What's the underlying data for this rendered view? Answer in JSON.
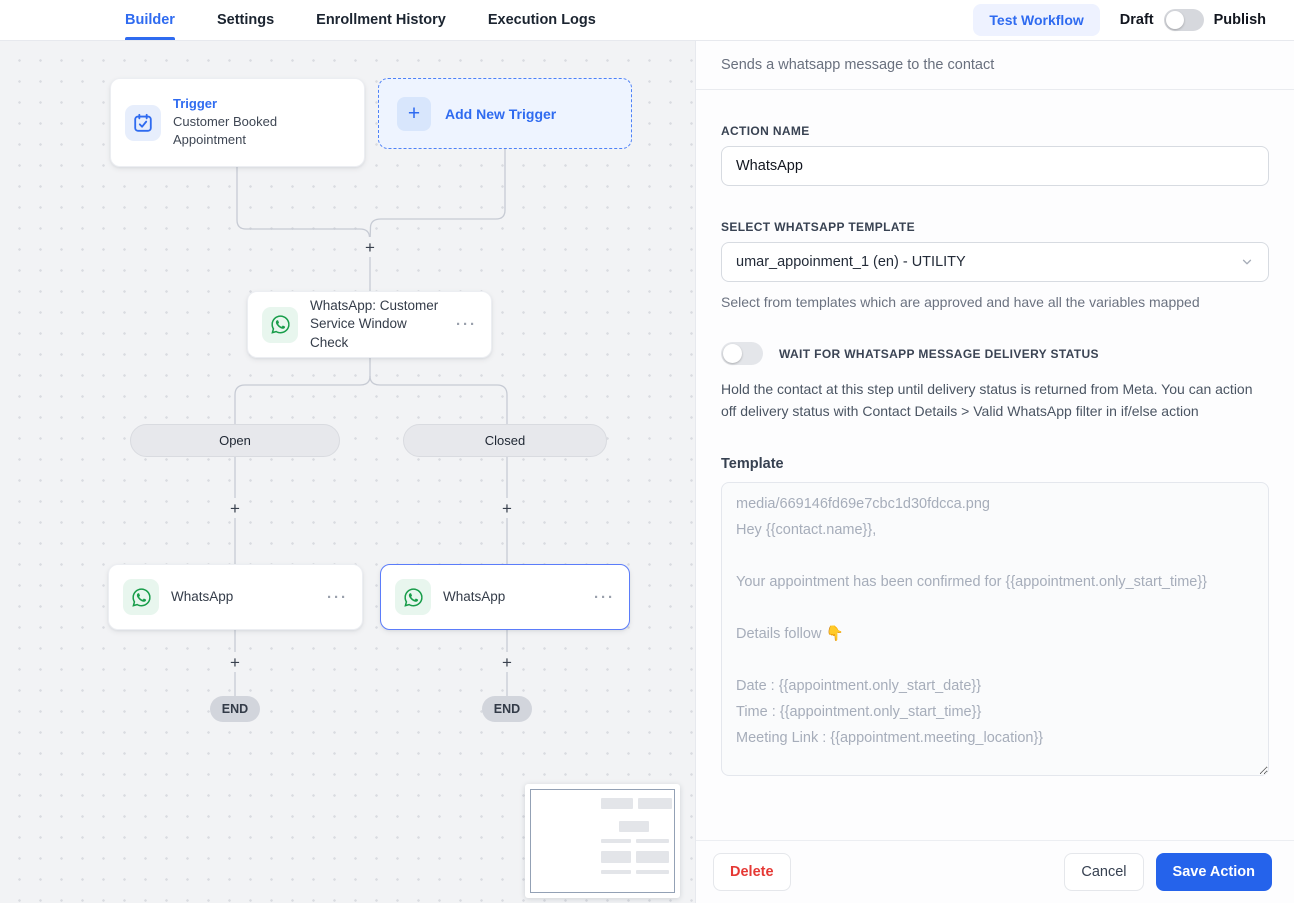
{
  "colors": {
    "accent": "#2f6bf0",
    "primary": "#2563eb",
    "whatsapp": "#189d4a",
    "danger": "#e53935",
    "canvasbg": "#f2f3f5",
    "line": "#c7cbd4"
  },
  "header": {
    "tabs": [
      {
        "label": "Builder",
        "active": true
      },
      {
        "label": "Settings",
        "active": false
      },
      {
        "label": "Enrollment History",
        "active": false
      },
      {
        "label": "Execution Logs",
        "active": false
      }
    ],
    "test_workflow_label": "Test Workflow",
    "draft_label": "Draft",
    "publish_label": "Publish",
    "publish_toggle_state": "off"
  },
  "canvas": {
    "plus": "+",
    "menu_dots": "···",
    "trigger_node": {
      "category": "Trigger",
      "title": "Customer Booked Appointment"
    },
    "add_trigger_label": "Add New Trigger",
    "check_node": {
      "title": "WhatsApp: Customer Service Window Check"
    },
    "branches": [
      {
        "label": "Open"
      },
      {
        "label": "Closed"
      }
    ],
    "action_nodes": [
      {
        "title": "WhatsApp",
        "selected": false
      },
      {
        "title": "WhatsApp",
        "selected": true
      }
    ],
    "end_label": "END"
  },
  "panel": {
    "description": "Sends a whatsapp message to the contact",
    "action_name": {
      "label": "ACTION NAME",
      "value": "WhatsApp"
    },
    "template_select": {
      "label": "SELECT WHATSAPP TEMPLATE",
      "value": "umar_appoinment_1 (en) - UTILITY",
      "help": "Select from templates which are approved and have all the variables mapped"
    },
    "wait_toggle": {
      "label": "WAIT FOR WHATSAPP MESSAGE DELIVERY STATUS",
      "state": "off",
      "help": "Hold the contact at this step until delivery status is returned from Meta. You can action off delivery status with Contact Details > Valid WhatsApp filter in if/else action"
    },
    "template": {
      "label": "Template",
      "value": "media/669146fd69e7cbc1d30fdcca.png\nHey {{contact.name}},\n\nYour appointment has been confirmed for {{appointment.only_start_time}}\n\nDetails follow 👇\n\nDate : {{appointment.only_start_date}}\nTime : {{appointment.only_start_time}}\nMeeting Link : {{appointment.meeting_location}}"
    },
    "footer": {
      "delete_label": "Delete",
      "cancel_label": "Cancel",
      "save_label": "Save Action"
    }
  }
}
